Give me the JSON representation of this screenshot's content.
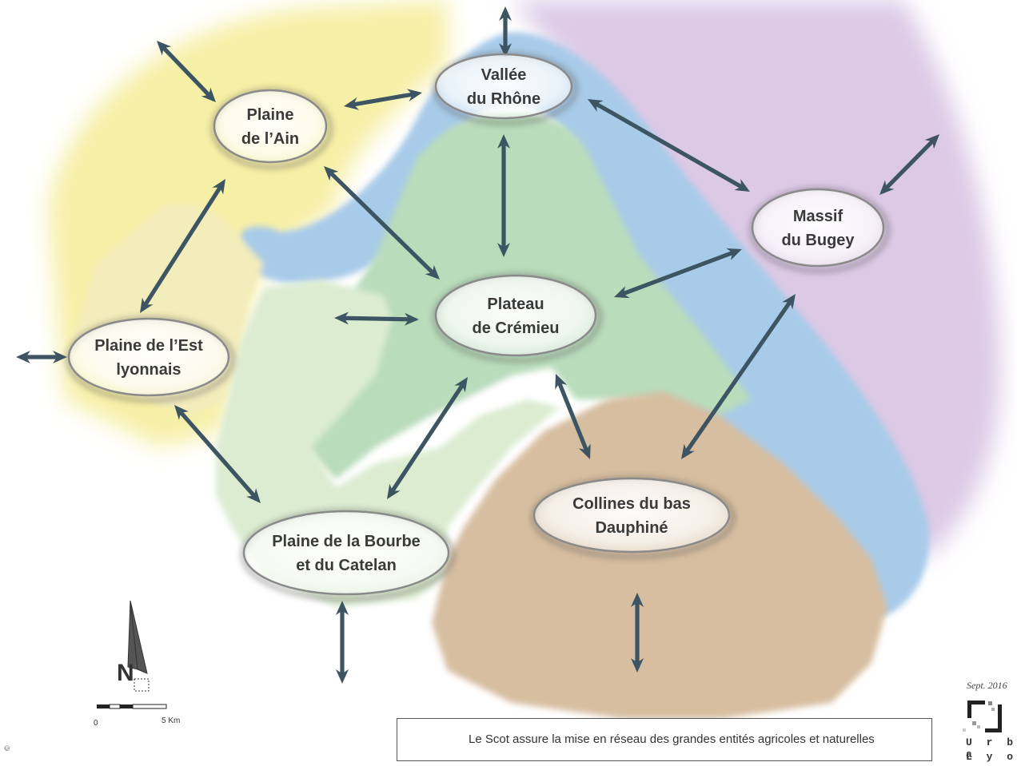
{
  "map": {
    "zones": [
      {
        "name": "Plaine de l'Ain",
        "color": "#f6efa6"
      },
      {
        "name": "Plaine de l'Est lyonnais",
        "color": "#f3ecbb"
      },
      {
        "name": "Vallée du Rhône",
        "color": "#a8cbe9"
      },
      {
        "name": "Massif du Bugey",
        "color": "#dcc9e6"
      },
      {
        "name": "Plateau de Crémieu",
        "color": "#b9dcbb"
      },
      {
        "name": "Plaine de la Bourbe et du Catelan",
        "color": "#dcecd1"
      },
      {
        "name": "Collines du bas Dauphiné",
        "color": "#d7bea0"
      }
    ],
    "entities": [
      {
        "id": "vallee-du-rhone",
        "lines": [
          "Vallée",
          "du Rhône"
        ]
      },
      {
        "id": "plaine-de-l-ain",
        "lines": [
          "Plaine",
          "de l’Ain"
        ]
      },
      {
        "id": "massif-du-bugey",
        "lines": [
          "Massif",
          "du Bugey"
        ]
      },
      {
        "id": "plateau-de-cremieu",
        "lines": [
          "Plateau",
          "de Crémieu"
        ]
      },
      {
        "id": "plaine-de-l-est-lyonnais",
        "lines": [
          "Plaine de l’Est",
          "lyonnais"
        ]
      },
      {
        "id": "collines-du-bas-dauphine",
        "lines": [
          "Collines du bas",
          "Dauphiné"
        ]
      },
      {
        "id": "plaine-de-la-bourbe-et-du-catelan",
        "lines": [
          "Plaine de la Bourbe",
          "et du Catelan"
        ]
      }
    ],
    "links": [
      {
        "from": "plaine-de-l-ain",
        "to": "vallee-du-rhone"
      },
      {
        "from": "vallee-du-rhone",
        "to": "plateau-de-cremieu"
      },
      {
        "from": "vallee-du-rhone",
        "to": "massif-du-bugey"
      },
      {
        "from": "plaine-de-l-ain",
        "to": "plateau-de-cremieu"
      },
      {
        "from": "plaine-de-l-ain",
        "to": "plaine-de-l-est-lyonnais"
      },
      {
        "from": "massif-du-bugey",
        "to": "plateau-de-cremieu"
      },
      {
        "from": "massif-du-bugey",
        "to": "collines-du-bas-dauphine"
      },
      {
        "from": "plateau-de-cremieu",
        "to": "collines-du-bas-dauphine"
      },
      {
        "from": "plateau-de-cremieu",
        "to": "plaine-de-la-bourbe-et-du-catelan"
      },
      {
        "from": "plaine-de-l-est-lyonnais",
        "to": "plaine-de-la-bourbe-et-du-catelan"
      }
    ],
    "arrow_color": "#3d5562"
  },
  "legend": {
    "text": "Le Scot assure la mise en réseau des grandes entités agricoles et naturelles"
  },
  "scale_bar": {
    "start_label": "0",
    "end_label": "5 Km"
  },
  "north_arrow": {
    "label": "N"
  },
  "logo": {
    "date": "Sept. 2016",
    "line1": "U r b a",
    "line2": "L y o n"
  }
}
